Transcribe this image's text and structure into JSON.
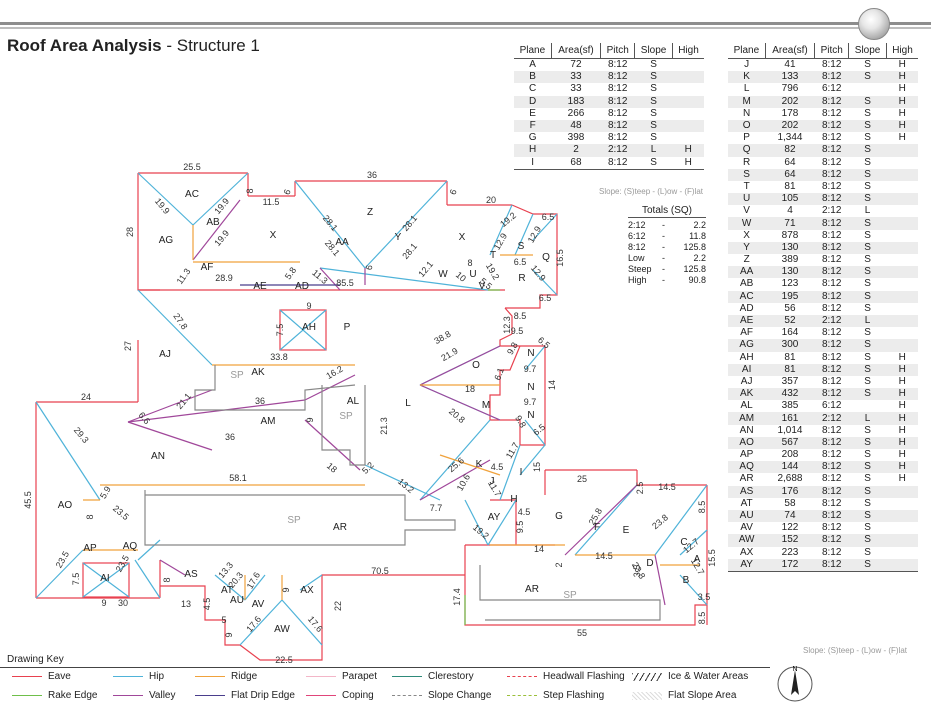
{
  "header": {
    "title_bold": "Roof Area Analysis",
    "title_rest": " - Structure 1"
  },
  "table_columns": [
    "Plane",
    "Area(sf)",
    "Pitch",
    "Slope",
    "High"
  ],
  "table_left": [
    [
      "A",
      "72",
      "8:12",
      "S",
      ""
    ],
    [
      "B",
      "33",
      "8:12",
      "S",
      ""
    ],
    [
      "C",
      "33",
      "8:12",
      "S",
      ""
    ],
    [
      "D",
      "183",
      "8:12",
      "S",
      ""
    ],
    [
      "E",
      "266",
      "8:12",
      "S",
      ""
    ],
    [
      "F",
      "48",
      "8:12",
      "S",
      ""
    ],
    [
      "G",
      "398",
      "8:12",
      "S",
      ""
    ],
    [
      "H",
      "2",
      "2:12",
      "L",
      "H"
    ],
    [
      "I",
      "68",
      "8:12",
      "S",
      "H"
    ]
  ],
  "table_right": [
    [
      "J",
      "41",
      "8:12",
      "S",
      "H"
    ],
    [
      "K",
      "133",
      "8:12",
      "S",
      "H"
    ],
    [
      "L",
      "796",
      "6:12",
      "",
      "H"
    ],
    [
      "M",
      "202",
      "8:12",
      "S",
      "H"
    ],
    [
      "N",
      "178",
      "8:12",
      "S",
      "H"
    ],
    [
      "O",
      "202",
      "8:12",
      "S",
      "H"
    ],
    [
      "P",
      "1,344",
      "8:12",
      "S",
      "H"
    ],
    [
      "Q",
      "82",
      "8:12",
      "S",
      ""
    ],
    [
      "R",
      "64",
      "8:12",
      "S",
      ""
    ],
    [
      "S",
      "64",
      "8:12",
      "S",
      ""
    ],
    [
      "T",
      "81",
      "8:12",
      "S",
      ""
    ],
    [
      "U",
      "105",
      "8:12",
      "S",
      ""
    ],
    [
      "V",
      "4",
      "2:12",
      "L",
      ""
    ],
    [
      "W",
      "71",
      "8:12",
      "S",
      ""
    ],
    [
      "X",
      "878",
      "8:12",
      "S",
      ""
    ],
    [
      "Y",
      "130",
      "8:12",
      "S",
      ""
    ],
    [
      "Z",
      "389",
      "8:12",
      "S",
      ""
    ],
    [
      "AA",
      "130",
      "8:12",
      "S",
      ""
    ],
    [
      "AB",
      "123",
      "8:12",
      "S",
      ""
    ],
    [
      "AC",
      "195",
      "8:12",
      "S",
      ""
    ],
    [
      "AD",
      "56",
      "8:12",
      "S",
      ""
    ],
    [
      "AE",
      "52",
      "2:12",
      "L",
      ""
    ],
    [
      "AF",
      "164",
      "8:12",
      "S",
      ""
    ],
    [
      "AG",
      "300",
      "8:12",
      "S",
      ""
    ],
    [
      "AH",
      "81",
      "8:12",
      "S",
      "H"
    ],
    [
      "AI",
      "81",
      "8:12",
      "S",
      "H"
    ],
    [
      "AJ",
      "357",
      "8:12",
      "S",
      "H"
    ],
    [
      "AK",
      "432",
      "8:12",
      "S",
      "H"
    ],
    [
      "AL",
      "385",
      "6:12",
      "",
      "H"
    ],
    [
      "AM",
      "161",
      "2:12",
      "L",
      "H"
    ],
    [
      "AN",
      "1,014",
      "8:12",
      "S",
      "H"
    ],
    [
      "AO",
      "567",
      "8:12",
      "S",
      "H"
    ],
    [
      "AP",
      "208",
      "8:12",
      "S",
      "H"
    ],
    [
      "AQ",
      "144",
      "8:12",
      "S",
      "H"
    ],
    [
      "AR",
      "2,688",
      "8:12",
      "S",
      "H"
    ],
    [
      "AS",
      "176",
      "8:12",
      "S",
      ""
    ],
    [
      "AT",
      "58",
      "8:12",
      "S",
      ""
    ],
    [
      "AU",
      "74",
      "8:12",
      "S",
      ""
    ],
    [
      "AV",
      "122",
      "8:12",
      "S",
      ""
    ],
    [
      "AW",
      "152",
      "8:12",
      "S",
      ""
    ],
    [
      "AX",
      "223",
      "8:12",
      "S",
      ""
    ],
    [
      "AY",
      "172",
      "8:12",
      "S",
      ""
    ]
  ],
  "slope_note": "Slope: (S)teep - (L)ow - (F)lat",
  "totals": {
    "title": "Totals (SQ)",
    "rows": [
      [
        "2:12",
        "-",
        "2.2"
      ],
      [
        "6:12",
        "-",
        "11.8"
      ],
      [
        "8:12",
        "-",
        "125.8"
      ],
      [
        "Low",
        "-",
        "2.2"
      ],
      [
        "Steep",
        "-",
        "125.8"
      ],
      [
        "High",
        "-",
        "90.8"
      ]
    ]
  },
  "drawing_key": {
    "title": "Drawing Key",
    "items": [
      {
        "label": "Eave",
        "color": "#e8414f",
        "style": "solid"
      },
      {
        "label": "Rake Edge",
        "color": "#6fbf4a",
        "style": "solid"
      },
      {
        "label": "Hip",
        "color": "#4fb3d9",
        "style": "solid"
      },
      {
        "label": "Valley",
        "color": "#a0479a",
        "style": "solid"
      },
      {
        "label": "Ridge",
        "color": "#f0a23c",
        "style": "solid"
      },
      {
        "label": "Flat Drip Edge",
        "color": "#4a3e8c",
        "style": "solid"
      },
      {
        "label": "Parapet",
        "color": "#f3b6c8",
        "style": "solid"
      },
      {
        "label": "Coping",
        "color": "#e0457a",
        "style": "solid"
      },
      {
        "label": "Clerestory",
        "color": "#2e8a7a",
        "style": "solid"
      },
      {
        "label": "Slope Change",
        "color": "#888888",
        "style": "dashed"
      },
      {
        "label": "Headwall Flashing",
        "color": "#e8414f",
        "style": "dashed"
      },
      {
        "label": "Step Flashing",
        "color": "#9bbf3a",
        "style": "dashed"
      },
      {
        "label": "Ice & Water Areas",
        "color": "#333333",
        "style": "hatch"
      },
      {
        "label": "Flat Slope Area",
        "color": "#cccccc",
        "style": "dots"
      }
    ]
  },
  "compass_label": "N",
  "plane_labels": [
    {
      "t": "AC"
    },
    {
      "t": "AB"
    },
    {
      "t": "AG"
    },
    {
      "t": "AF"
    },
    {
      "t": "AE"
    },
    {
      "t": "AD"
    },
    {
      "t": "X"
    },
    {
      "t": "Z"
    },
    {
      "t": "AA"
    },
    {
      "t": "Y"
    },
    {
      "t": "X"
    },
    {
      "t": "S"
    },
    {
      "t": "T"
    },
    {
      "t": "Q"
    },
    {
      "t": "R"
    },
    {
      "t": "U"
    },
    {
      "t": "V"
    },
    {
      "t": "W"
    },
    {
      "t": "AH"
    },
    {
      "t": "P"
    },
    {
      "t": "AJ"
    },
    {
      "t": "SP"
    },
    {
      "t": "AK"
    },
    {
      "t": "AL"
    },
    {
      "t": "SP"
    },
    {
      "t": "AM"
    },
    {
      "t": "L"
    },
    {
      "t": "O"
    },
    {
      "t": "N"
    },
    {
      "t": "N"
    },
    {
      "t": "M"
    },
    {
      "t": "N"
    },
    {
      "t": "AN"
    },
    {
      "t": "K"
    },
    {
      "t": "J"
    },
    {
      "t": "I"
    },
    {
      "t": "H"
    },
    {
      "t": "AY"
    },
    {
      "t": "G"
    },
    {
      "t": "F"
    },
    {
      "t": "E"
    },
    {
      "t": "D"
    },
    {
      "t": "C"
    },
    {
      "t": "A"
    },
    {
      "t": "B"
    },
    {
      "t": "AO"
    },
    {
      "t": "AP"
    },
    {
      "t": "AQ"
    },
    {
      "t": "AI"
    },
    {
      "t": "SP"
    },
    {
      "t": "AR"
    },
    {
      "t": "AS"
    },
    {
      "t": "AT"
    },
    {
      "t": "AU"
    },
    {
      "t": "AV"
    },
    {
      "t": "AX"
    },
    {
      "t": "AW"
    },
    {
      "t": "AR"
    },
    {
      "t": "SP"
    }
  ],
  "dimension_labels": [
    {
      "t": "25.5"
    },
    {
      "t": "19.9"
    },
    {
      "t": "19.9"
    },
    {
      "t": "19.9"
    },
    {
      "t": "28"
    },
    {
      "t": "8"
    },
    {
      "t": "11.5"
    },
    {
      "t": "6"
    },
    {
      "t": "36"
    },
    {
      "t": "6"
    },
    {
      "t": "20"
    },
    {
      "t": "28.1"
    },
    {
      "t": "28.1"
    },
    {
      "t": "28.1"
    },
    {
      "t": "28.1"
    },
    {
      "t": "6"
    },
    {
      "t": "19.2"
    },
    {
      "t": "6.5"
    },
    {
      "t": "12.9"
    },
    {
      "t": "12.9"
    },
    {
      "t": "6.5"
    },
    {
      "t": "16.5"
    },
    {
      "t": "12.9"
    },
    {
      "t": "6.5"
    },
    {
      "t": "11.3"
    },
    {
      "t": "28.9"
    },
    {
      "t": "5.8"
    },
    {
      "t": "11.3"
    },
    {
      "t": "85.5"
    },
    {
      "t": "12.1"
    },
    {
      "t": "10"
    },
    {
      "t": "8"
    },
    {
      "t": "19.2"
    },
    {
      "t": "5.5"
    },
    {
      "t": "8.5"
    },
    {
      "t": "12.3"
    },
    {
      "t": "9.5"
    },
    {
      "t": "9"
    },
    {
      "t": "7.5"
    },
    {
      "t": "27.8"
    },
    {
      "t": "27"
    },
    {
      "t": "33.8"
    },
    {
      "t": "16.2"
    },
    {
      "t": "38.8"
    },
    {
      "t": "21.9"
    },
    {
      "t": "9.8"
    },
    {
      "t": "6.5"
    },
    {
      "t": "6.1"
    },
    {
      "t": "9.7"
    },
    {
      "t": "14"
    },
    {
      "t": "18"
    },
    {
      "t": "9.7"
    },
    {
      "t": "20.8"
    },
    {
      "t": "9.8"
    },
    {
      "t": "6.5"
    },
    {
      "t": "24"
    },
    {
      "t": "21.1"
    },
    {
      "t": "36"
    },
    {
      "t": "36"
    },
    {
      "t": "9"
    },
    {
      "t": "21.3"
    },
    {
      "t": "6.6"
    },
    {
      "t": "29.3"
    },
    {
      "t": "18"
    },
    {
      "t": "5.2"
    },
    {
      "t": "58.1"
    },
    {
      "t": "13.2"
    },
    {
      "t": "25.6"
    },
    {
      "t": "4.5"
    },
    {
      "t": "11.7"
    },
    {
      "t": "15"
    },
    {
      "t": "10.6"
    },
    {
      "t": "11.7"
    },
    {
      "t": "45.5"
    },
    {
      "t": "5.9"
    },
    {
      "t": "23.5"
    },
    {
      "t": "8"
    },
    {
      "t": "7.7"
    },
    {
      "t": "19.2"
    },
    {
      "t": "4.5"
    },
    {
      "t": "9.5"
    },
    {
      "t": "25"
    },
    {
      "t": "2.5"
    },
    {
      "t": "14.5"
    },
    {
      "t": "8.5"
    },
    {
      "t": "25.8"
    },
    {
      "t": "23.8"
    },
    {
      "t": "15.5"
    },
    {
      "t": "14"
    },
    {
      "t": "14.5"
    },
    {
      "t": "3.5"
    },
    {
      "t": "12.7"
    },
    {
      "t": "12.7"
    },
    {
      "t": "23.8"
    },
    {
      "t": "3.5"
    },
    {
      "t": "8.5"
    },
    {
      "t": "23.5"
    },
    {
      "t": "7.5"
    },
    {
      "t": "23.5"
    },
    {
      "t": "9"
    },
    {
      "t": "30"
    },
    {
      "t": "8"
    },
    {
      "t": "13"
    },
    {
      "t": "13.3"
    },
    {
      "t": "20.3"
    },
    {
      "t": "4.5"
    },
    {
      "t": "17.6"
    },
    {
      "t": "9"
    },
    {
      "t": "5"
    },
    {
      "t": "9"
    },
    {
      "t": "17.6"
    },
    {
      "t": "17.6"
    },
    {
      "t": "22"
    },
    {
      "t": "70.5"
    },
    {
      "t": "17.4"
    },
    {
      "t": "55"
    },
    {
      "t": "22.5"
    },
    {
      "t": "2"
    }
  ]
}
